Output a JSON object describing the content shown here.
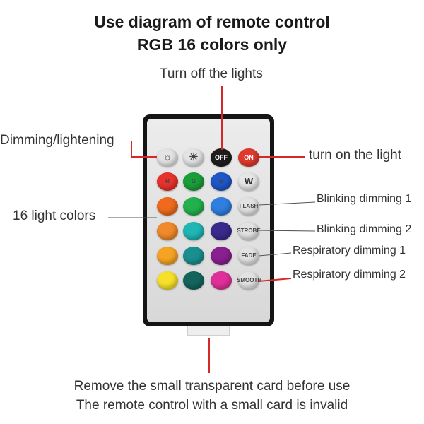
{
  "title": {
    "line1": "Use diagram of remote control",
    "line2": "RGB 16 colors only"
  },
  "labels": {
    "turn_off": "Turn off the lights",
    "dimming": "Dimming/lightening",
    "turn_on": "turn on the light",
    "sixteen_colors": "16 light colors",
    "blink1": "Blinking dimming 1",
    "blink2": "Blinking dimming 2",
    "resp1": "Respiratory dimming 1",
    "resp2": "Respiratory dimming 2"
  },
  "buttons": {
    "off": "OFF",
    "on": "ON",
    "r": "R",
    "g": "G",
    "b": "B",
    "w": "W",
    "flash": "FLASH",
    "strobe": "STROBE",
    "fade": "FADE",
    "smooth": "SMOOTH"
  },
  "bottom": {
    "line1": "Remove the small transparent card before use",
    "line2": "The remote control with a small card is invalid"
  },
  "colors": {
    "line": "#d62828",
    "remote_body": "#151515",
    "red": "#e8322c",
    "green": "#1a9e3a",
    "blue": "#1f56c8",
    "white": "#e6e6e6"
  }
}
